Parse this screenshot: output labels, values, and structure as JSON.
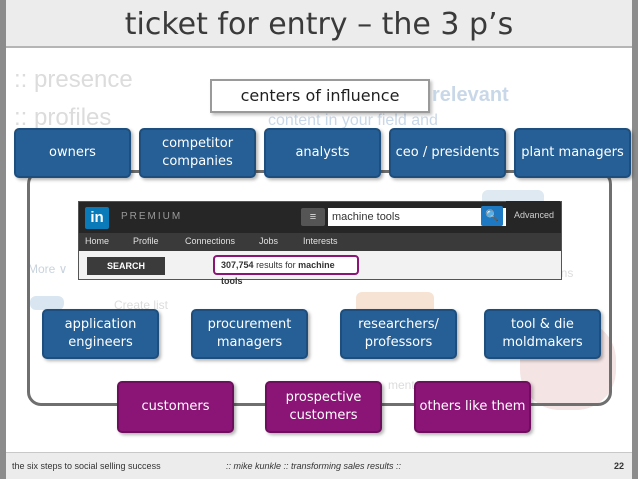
{
  "slide": {
    "title": "ticket for entry – the 3 p’s",
    "center_label": "centers of influence",
    "background": {
      "presence": "presence",
      "profiles": "profiles",
      "relevant": "relevant",
      "content": "content in your field and",
      "more": "More ∨",
      "create_list": "Create list",
      "comments": "ments",
      "discussions": "iscussions"
    },
    "boxes_top": [
      "owners",
      "competitor companies",
      "analysts",
      "ceo / presidents",
      "plant managers"
    ],
    "boxes_mid": [
      "application engineers",
      "procurement managers",
      "researchers/ professors",
      "tool & die moldmakers"
    ],
    "boxes_bottom": [
      "customers",
      "prospective customers",
      "others like them"
    ],
    "colors": {
      "blue": "#255f95",
      "purple": "#8b1577"
    }
  },
  "linkedin": {
    "logo": "in",
    "premium": "PREMIUM",
    "search_value": "machine tools",
    "advanced": "Advanced",
    "nav": [
      "Home",
      "Profile",
      "Connections",
      "Jobs",
      "Interests"
    ],
    "search_button": "SEARCH",
    "results_count": "307,754",
    "results_text": "results for",
    "results_query": "machine tools"
  },
  "footer": {
    "left": "the six steps to social selling success",
    "middle": ":: mike kunkle :: transforming sales results ::",
    "page": "22"
  }
}
